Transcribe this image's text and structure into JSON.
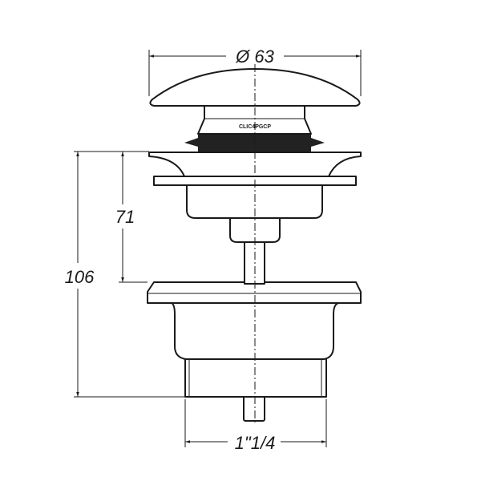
{
  "drawing": {
    "part_label": "CLIC4PGCP",
    "dimensions": {
      "diameter": "Ø 63",
      "height_upper": "71",
      "height_total": "106",
      "thread": "1\"1/4"
    }
  }
}
